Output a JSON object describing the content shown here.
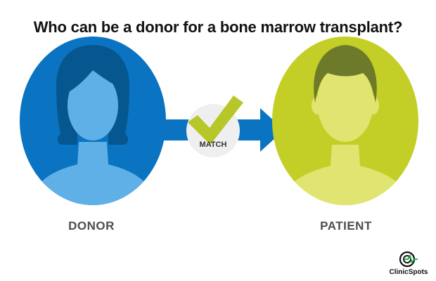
{
  "title": "Who can be a donor for a bone marrow transplant?",
  "donor": {
    "label": "DONOR"
  },
  "patient": {
    "label": "PATIENT"
  },
  "match": {
    "label": "MATCH"
  },
  "brand": {
    "name": "ClinicSpots"
  },
  "colors": {
    "donor_circle": "#0a74c2",
    "donor_figure": "#5fb0e6",
    "donor_hair": "#06578f",
    "patient_circle": "#c3cf26",
    "patient_figure": "#dfe570",
    "patient_hair": "#6d7a2a",
    "arrow": "#0a74c2",
    "check": "#b7c72a",
    "match_badge": "#efefef"
  },
  "icons": {
    "check": "check-icon",
    "arrow": "arrow-right-icon",
    "brand_logo": "clinicspots-logo-icon"
  }
}
